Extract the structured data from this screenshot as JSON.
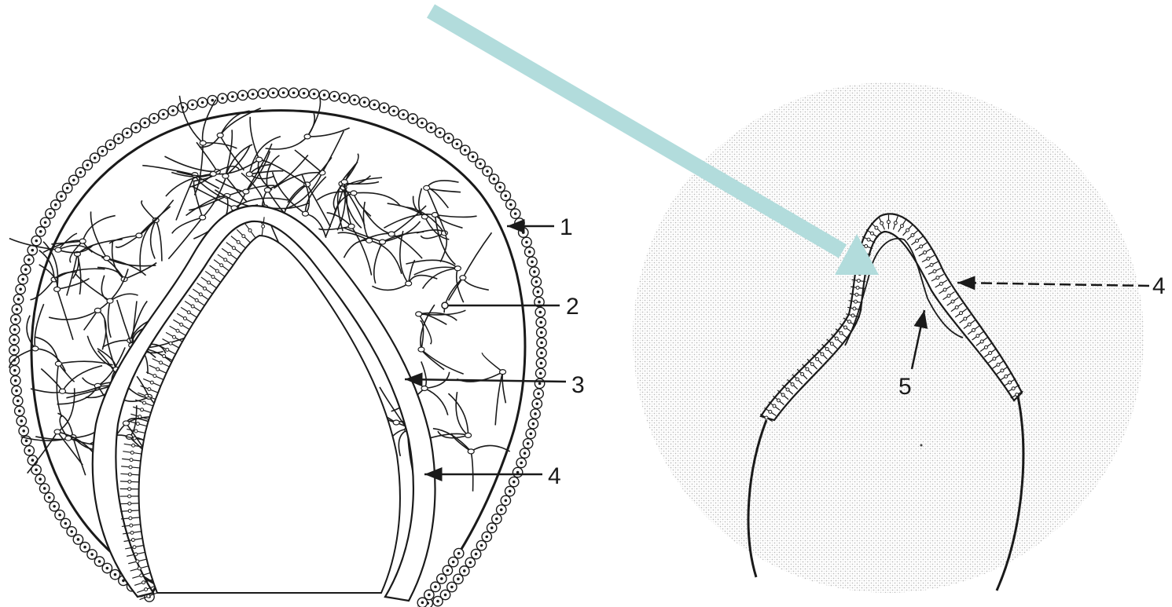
{
  "figure": {
    "left_panel": {
      "labels": [
        "1",
        "2",
        "3",
        "4"
      ]
    },
    "right_panel": {
      "labels": [
        "4",
        "5"
      ]
    },
    "colors": {
      "ink": "#1a1a1a",
      "stipple": "#d6d6d6",
      "highlight_arrow": "#b2dcdc"
    },
    "icons": [
      "highlight-arrow-icon",
      "pointer-arrow-icon"
    ]
  }
}
